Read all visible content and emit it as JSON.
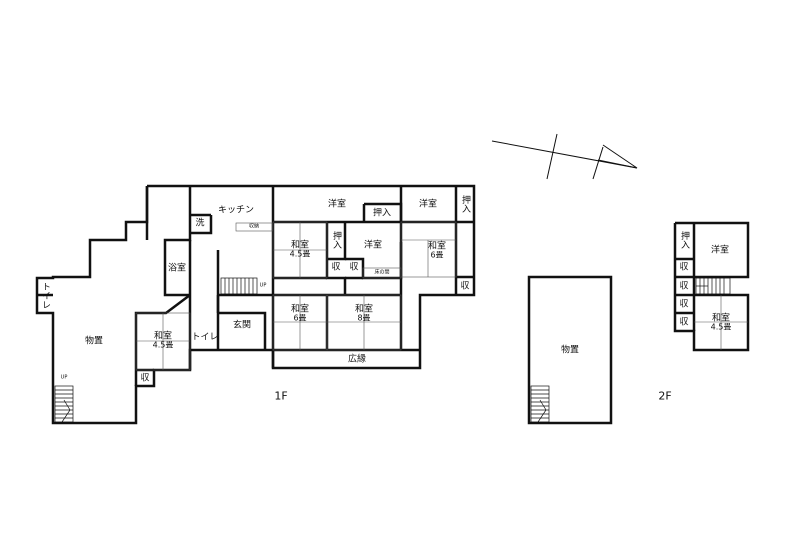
{
  "labels": {
    "kitchen": "キッチン",
    "wash": "洗",
    "storage_small": "収納",
    "bath": "浴室",
    "toilet_west": "トイレ",
    "toilet_center": "トイレ",
    "storage_west": "物置",
    "storage_west_closet": "収",
    "washitsu_sw_name": "和室",
    "washitsu_sw_size": "4.5畳",
    "genkan": "玄関",
    "up_stair_1f": "UP",
    "up_stair_west": "UP",
    "youshitsu_north": "洋室",
    "oshiire_north": "押入",
    "youshitsu_ne": "洋室",
    "oshiire_ne": "押入",
    "washitsu_n45_name": "和室",
    "washitsu_n45_size": "4.5畳",
    "oshiire_mid": "押入",
    "youshitsu_mid": "洋室",
    "washitsu_e6_name": "和室",
    "washitsu_e6_size": "6畳",
    "shu_a": "収",
    "shu_b": "収",
    "tokonoma": "床の間",
    "shu_east": "収",
    "washitsu_s6_name": "和室",
    "washitsu_s6_size": "6畳",
    "washitsu_8_name": "和室",
    "washitsu_8_size": "8畳",
    "hiroen": "広縁",
    "floor_1f": "1F",
    "shed_name": "物置",
    "floor_2f": "2F",
    "oshiire_2f": "押入",
    "youshitsu_2f": "洋室",
    "shu_2f_1": "収",
    "shu_2f_2": "収",
    "shu_2f_3": "収",
    "shu_2f_4": "収",
    "washitsu_2f_name": "和室",
    "washitsu_2f_size": "4.5畳"
  },
  "colors": {
    "wall": "#111111",
    "hatch": "#888888"
  }
}
